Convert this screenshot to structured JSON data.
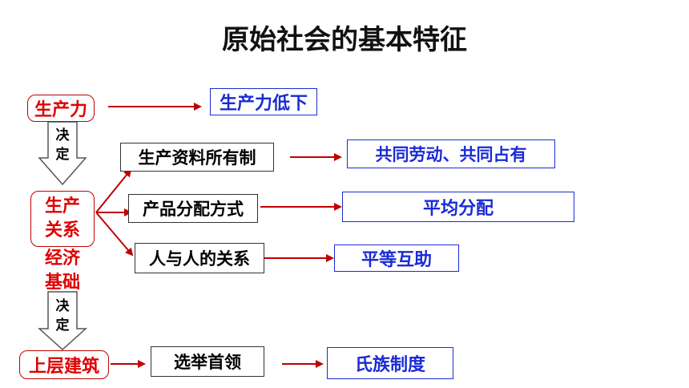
{
  "title": "原始社会的基本特征",
  "left": {
    "productive_forces": "生产力",
    "decides_1": [
      "决",
      "定"
    ],
    "relations_of_production": [
      "生产",
      "关系"
    ],
    "economic_base": [
      "经济",
      "基础"
    ],
    "decides_2": [
      "决",
      "定"
    ],
    "superstructure": "上层建筑"
  },
  "middle": {
    "ownership": "生产资料所有制",
    "distribution": "产品分配方式",
    "relations": "人与人的关系",
    "election": "选举首领"
  },
  "right": {
    "low_productivity": "生产力低下",
    "common_labor": "共同劳动、共同占有",
    "equal_distribution": "平均分配",
    "equality": "平等互助",
    "clan_system": "氏族制度"
  },
  "colors": {
    "red": "#e00000",
    "dark_red": "#c00000",
    "blue": "#1a2bd6",
    "black": "#000000"
  }
}
